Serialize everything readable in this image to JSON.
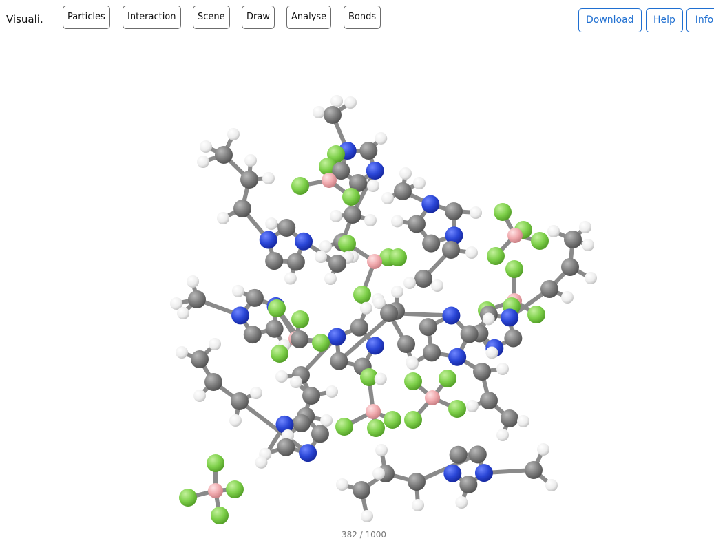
{
  "app": {
    "title": "Visuali."
  },
  "menu": {
    "items": [
      {
        "id": "particles",
        "label": "Particles"
      },
      {
        "id": "interaction",
        "label": "Interaction"
      },
      {
        "id": "scene",
        "label": "Scene"
      },
      {
        "id": "draw",
        "label": "Draw"
      },
      {
        "id": "analyse",
        "label": "Analyse"
      },
      {
        "id": "bonds",
        "label": "Bonds"
      }
    ]
  },
  "actions": {
    "download": "Download",
    "help": "Help",
    "info": "Info"
  },
  "player": {
    "frame": "382 / 1000"
  },
  "colors": {
    "accent": "#1f6fd1",
    "carbon": "#7d7d7d",
    "hydrogen": "#f2f2f2",
    "nitrogen": "#2a46d6",
    "fluorine": "#7ed04a",
    "boron": "#f0a9ad",
    "bond": "#8a8a8a"
  }
}
